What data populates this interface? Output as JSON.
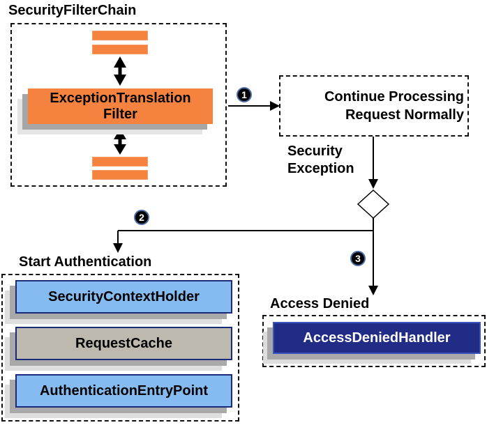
{
  "colors": {
    "orange": "#f5823f",
    "light_blue": "#85bbf0",
    "navy_fill": "#202c85",
    "navy_border": "#1b2a78",
    "warm_gray": "#beb9ae",
    "shadow_dark": "#a9a9a9",
    "shadow_light": "#dedede",
    "line_black": "#000000"
  },
  "filter_chain": {
    "title": "SecurityFilterChain",
    "filter_name": "ExceptionTranslation\nFilter"
  },
  "steps": {
    "one": "1",
    "two": "2",
    "three": "3"
  },
  "continue_box": {
    "label": "Continue Processing\nRequest Normally"
  },
  "security_exception": {
    "label": "Security\nException"
  },
  "start_authentication": {
    "label": "Start Authentication",
    "components": [
      "SecurityContextHolder",
      "RequestCache",
      "AuthenticationEntryPoint"
    ]
  },
  "access_denied": {
    "label": "Access Denied",
    "handler": "AccessDeniedHandler"
  }
}
